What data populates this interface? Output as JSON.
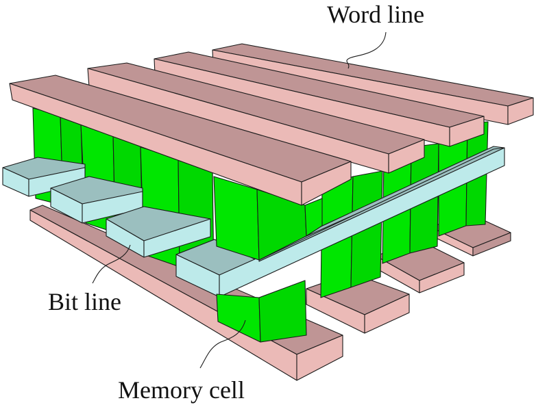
{
  "diagram": {
    "title": "Cross-point memory array",
    "labels": {
      "word_line": "Word line",
      "bit_line": "Bit line",
      "memory_cell": "Memory cell"
    },
    "colors": {
      "word_line_top": "#bf9595",
      "word_line_side": "#ebbab7",
      "cell_front": "#00e600",
      "cell_side": "#00d800",
      "bit_line_top": "#9bbfbf",
      "bit_line_side": "#bdeaea",
      "edge": "#1a1a1a"
    },
    "counts": {
      "top_word_lines": 4,
      "bottom_word_lines": 4,
      "bit_lines": 4
    }
  }
}
